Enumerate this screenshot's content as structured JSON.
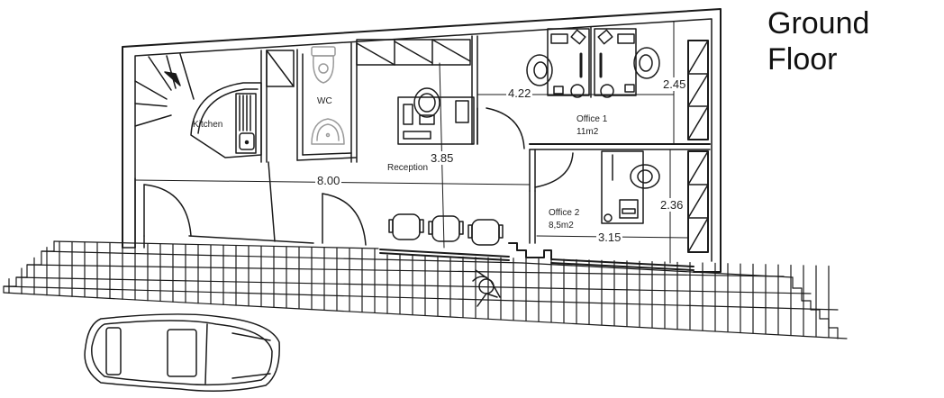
{
  "title": {
    "line1": "Ground",
    "line2": "Floor"
  },
  "rooms": [
    {
      "id": "kitchen",
      "label": "Kitchen"
    },
    {
      "id": "wc",
      "label": "WC"
    },
    {
      "id": "reception",
      "label": "Reception"
    },
    {
      "id": "office1",
      "label": "Office 1",
      "area": "11m2"
    },
    {
      "id": "office2",
      "label": "Office 2",
      "area": "8,5m2"
    }
  ],
  "dimensions": {
    "total_width": "8.00",
    "reception_depth": "3.85",
    "office1_width": "4.22",
    "office1_depth": "2.45",
    "office2_depth": "2.36",
    "office2_width": "3.15"
  },
  "icons": [
    "staircase-icon",
    "kitchen-counter-icon",
    "sink-icon",
    "toilet-icon",
    "washbasin-icon",
    "desk-icon",
    "office-chair-icon",
    "waiting-chair-icon",
    "person-icon",
    "car-icon",
    "window-icon",
    "door-swing-icon"
  ],
  "colors": {
    "line": "#1a1a1a",
    "fixture": "#9a9a9a",
    "background": "#ffffff"
  }
}
